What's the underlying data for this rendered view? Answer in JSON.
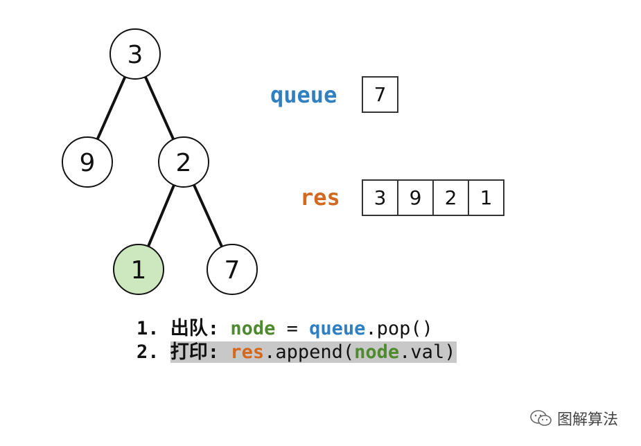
{
  "colors": {
    "queue": "#2f7fc1",
    "res": "#d2691e",
    "node": "#4f8a2e",
    "highlight_node_fill": "#cde7bf",
    "code_highlight_bg": "#c8c8c8"
  },
  "tree": {
    "nodes": [
      {
        "id": "n3",
        "value": "3",
        "highlighted": false
      },
      {
        "id": "n9",
        "value": "9",
        "highlighted": false
      },
      {
        "id": "n2",
        "value": "2",
        "highlighted": false
      },
      {
        "id": "n1",
        "value": "1",
        "highlighted": true
      },
      {
        "id": "n7",
        "value": "7",
        "highlighted": false
      }
    ],
    "edges": [
      [
        "n3",
        "n9"
      ],
      [
        "n3",
        "n2"
      ],
      [
        "n2",
        "n1"
      ],
      [
        "n2",
        "n7"
      ]
    ]
  },
  "queue": {
    "label": "queue",
    "items": [
      "7"
    ]
  },
  "res": {
    "label": "res",
    "items": [
      "3",
      "9",
      "2",
      "1"
    ]
  },
  "code": {
    "line1": {
      "num": "1.",
      "prefix": "出队:",
      "node": "node",
      "eq": " = ",
      "queue": "queue",
      "rest": ".pop()"
    },
    "line2": {
      "num": "2.",
      "prefix": "打印:",
      "res": "res",
      "append": ".append(",
      "node": "node",
      "rest": ".val)"
    }
  },
  "watermark": {
    "text": "图解算法",
    "icon": "wechat-icon"
  }
}
